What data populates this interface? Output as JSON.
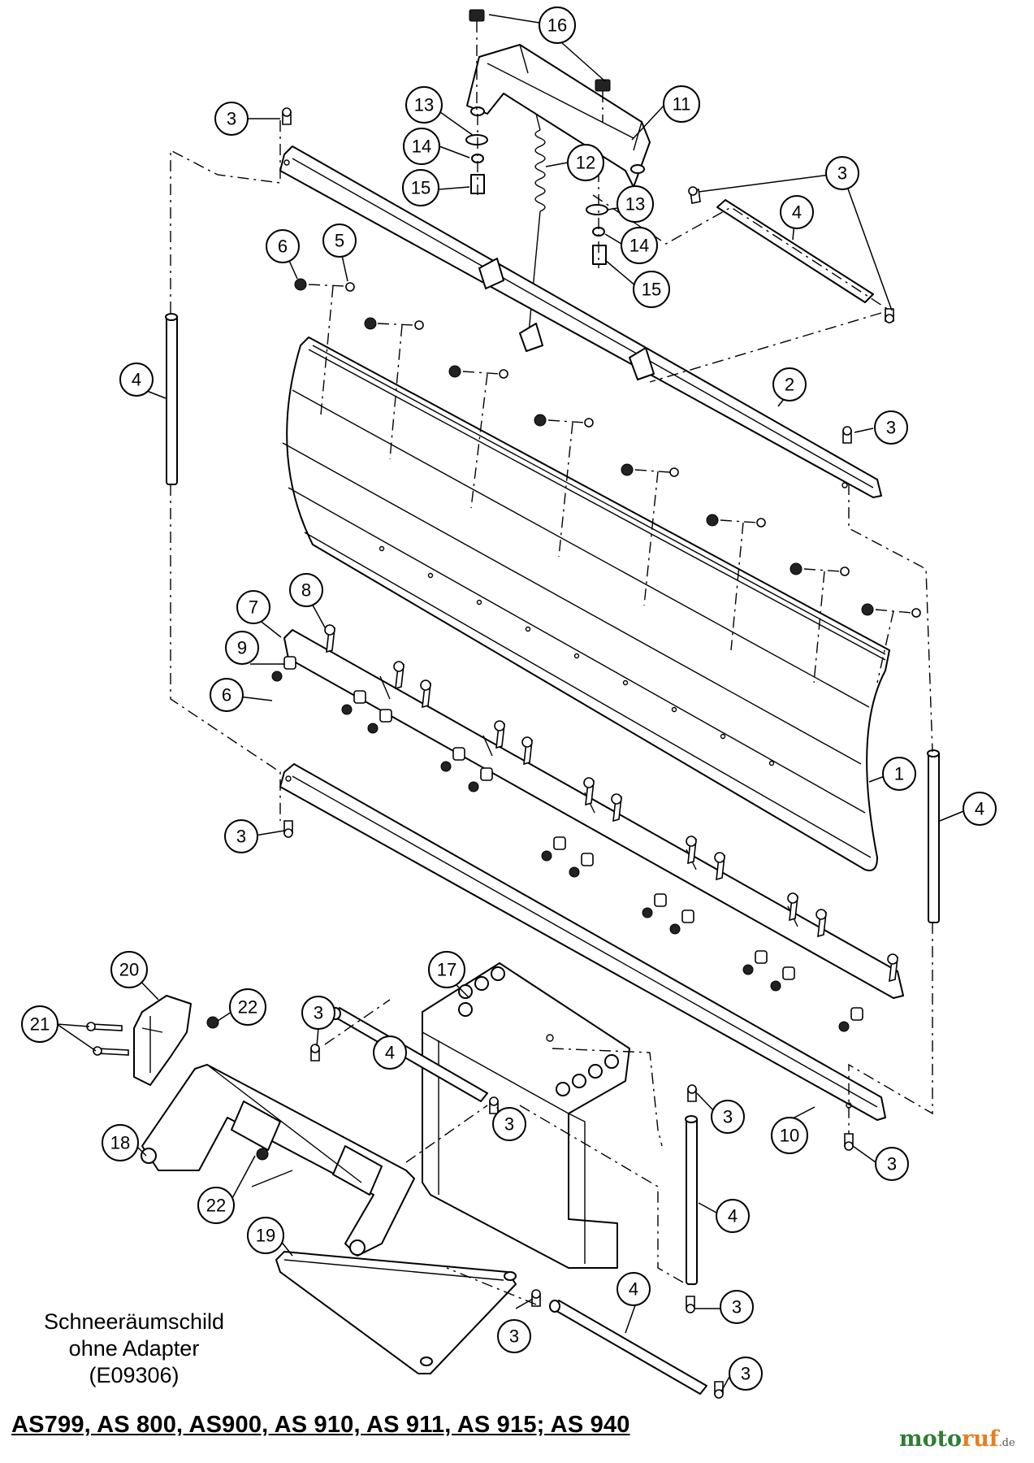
{
  "caption": {
    "line1": "Schneeräumschild",
    "line2": "ohne Adapter",
    "line3": "(E09306)"
  },
  "models_line": "AS799, AS 800, AS900, AS 910, AS 911, AS 915; AS 940",
  "watermark": {
    "part1": "moto",
    "part2": "ruf",
    "tld": ".de",
    "color_green": "#2e7d32",
    "color_orange": "#e67e22"
  },
  "callouts": [
    {
      "id": "c16",
      "label": "16"
    },
    {
      "id": "c3a",
      "label": "3"
    },
    {
      "id": "c13a",
      "label": "13"
    },
    {
      "id": "c14a",
      "label": "14"
    },
    {
      "id": "c15a",
      "label": "15"
    },
    {
      "id": "c12",
      "label": "12"
    },
    {
      "id": "c11",
      "label": "11"
    },
    {
      "id": "c3b",
      "label": "3"
    },
    {
      "id": "c4a",
      "label": "4"
    },
    {
      "id": "c13b",
      "label": "13"
    },
    {
      "id": "c14b",
      "label": "14"
    },
    {
      "id": "c15b",
      "label": "15"
    },
    {
      "id": "c6a",
      "label": "6"
    },
    {
      "id": "c5",
      "label": "5"
    },
    {
      "id": "c4b",
      "label": "4"
    },
    {
      "id": "c2",
      "label": "2"
    },
    {
      "id": "c3c",
      "label": "3"
    },
    {
      "id": "c8",
      "label": "8"
    },
    {
      "id": "c7",
      "label": "7"
    },
    {
      "id": "c9",
      "label": "9"
    },
    {
      "id": "c6b",
      "label": "6"
    },
    {
      "id": "c1",
      "label": "1"
    },
    {
      "id": "c4c",
      "label": "4"
    },
    {
      "id": "c3d",
      "label": "3"
    },
    {
      "id": "c20",
      "label": "20"
    },
    {
      "id": "c17",
      "label": "17"
    },
    {
      "id": "c21",
      "label": "21"
    },
    {
      "id": "c22a",
      "label": "22"
    },
    {
      "id": "c3e",
      "label": "3"
    },
    {
      "id": "c4d",
      "label": "4"
    },
    {
      "id": "c3f",
      "label": "3"
    },
    {
      "id": "c3g",
      "label": "3"
    },
    {
      "id": "c10",
      "label": "10"
    },
    {
      "id": "c3h",
      "label": "3"
    },
    {
      "id": "c18",
      "label": "18"
    },
    {
      "id": "c22b",
      "label": "22"
    },
    {
      "id": "c4e",
      "label": "4"
    },
    {
      "id": "c19",
      "label": "19"
    },
    {
      "id": "c3i",
      "label": "3"
    },
    {
      "id": "c4f",
      "label": "4"
    },
    {
      "id": "c3j",
      "label": "3"
    },
    {
      "id": "c3k",
      "label": "3"
    }
  ]
}
